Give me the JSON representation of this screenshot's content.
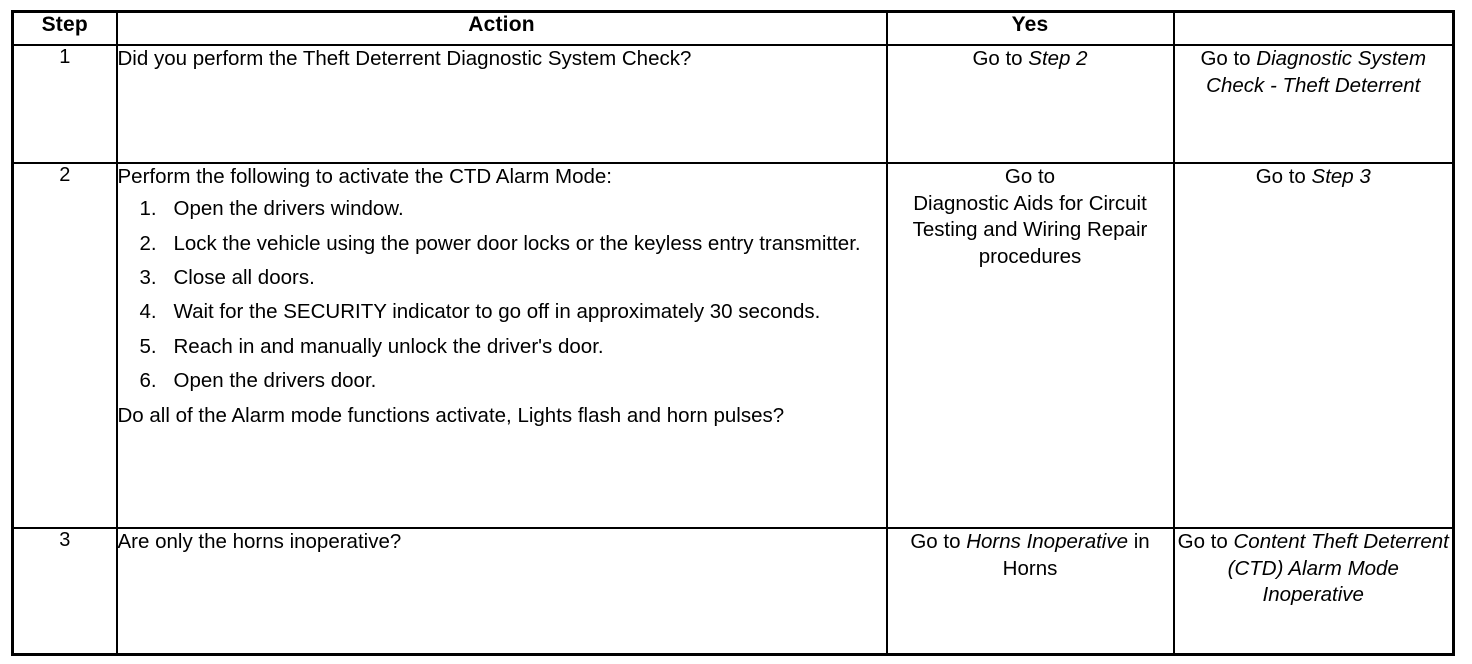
{
  "table": {
    "headers": {
      "step": "Step",
      "action": "Action",
      "yes": "Yes",
      "no": ""
    },
    "rows": [
      {
        "step": "1",
        "action": {
          "lead": "Did you perform the Theft Deterrent Diagnostic System Check?",
          "items": [],
          "tail": ""
        },
        "yes": {
          "prefix": "Go to ",
          "ref": "Step 2",
          "suffix": ""
        },
        "no": {
          "prefix": "Go to ",
          "ref": "Diagnostic System Check - Theft Deterrent",
          "suffix": ""
        }
      },
      {
        "step": "2",
        "action": {
          "lead": "Perform the following to activate the CTD Alarm Mode:",
          "items": [
            {
              "num": "1.",
              "text": "Open the drivers window."
            },
            {
              "num": "2.",
              "text": "Lock the vehicle using the power door locks or the keyless entry transmitter."
            },
            {
              "num": "3.",
              "text": "Close all doors."
            },
            {
              "num": "4.",
              "text": "Wait for the SECURITY indicator to go off in approximately 30 seconds."
            },
            {
              "num": "5.",
              "text": "Reach in and manually unlock the driver's door."
            },
            {
              "num": "6.",
              "text": "Open the drivers door."
            }
          ],
          "tail": "Do all of the Alarm mode functions activate, Lights flash and horn pulses?"
        },
        "yes": {
          "prefix": "Go to",
          "ref": "",
          "suffix": "Diagnostic Aids for Circuit Testing and Wiring Repair procedures"
        },
        "no": {
          "prefix": "Go to ",
          "ref": "Step 3",
          "suffix": ""
        }
      },
      {
        "step": "3",
        "action": {
          "lead": "Are only the horns inoperative?",
          "items": [],
          "tail": ""
        },
        "yes": {
          "prefix": "Go to ",
          "ref": "Horns Inoperative",
          "suffix": " in Horns"
        },
        "no": {
          "prefix": "Go to ",
          "ref": "Content Theft Deterrent (CTD) Alarm Mode Inoperative",
          "suffix": ""
        }
      }
    ]
  }
}
